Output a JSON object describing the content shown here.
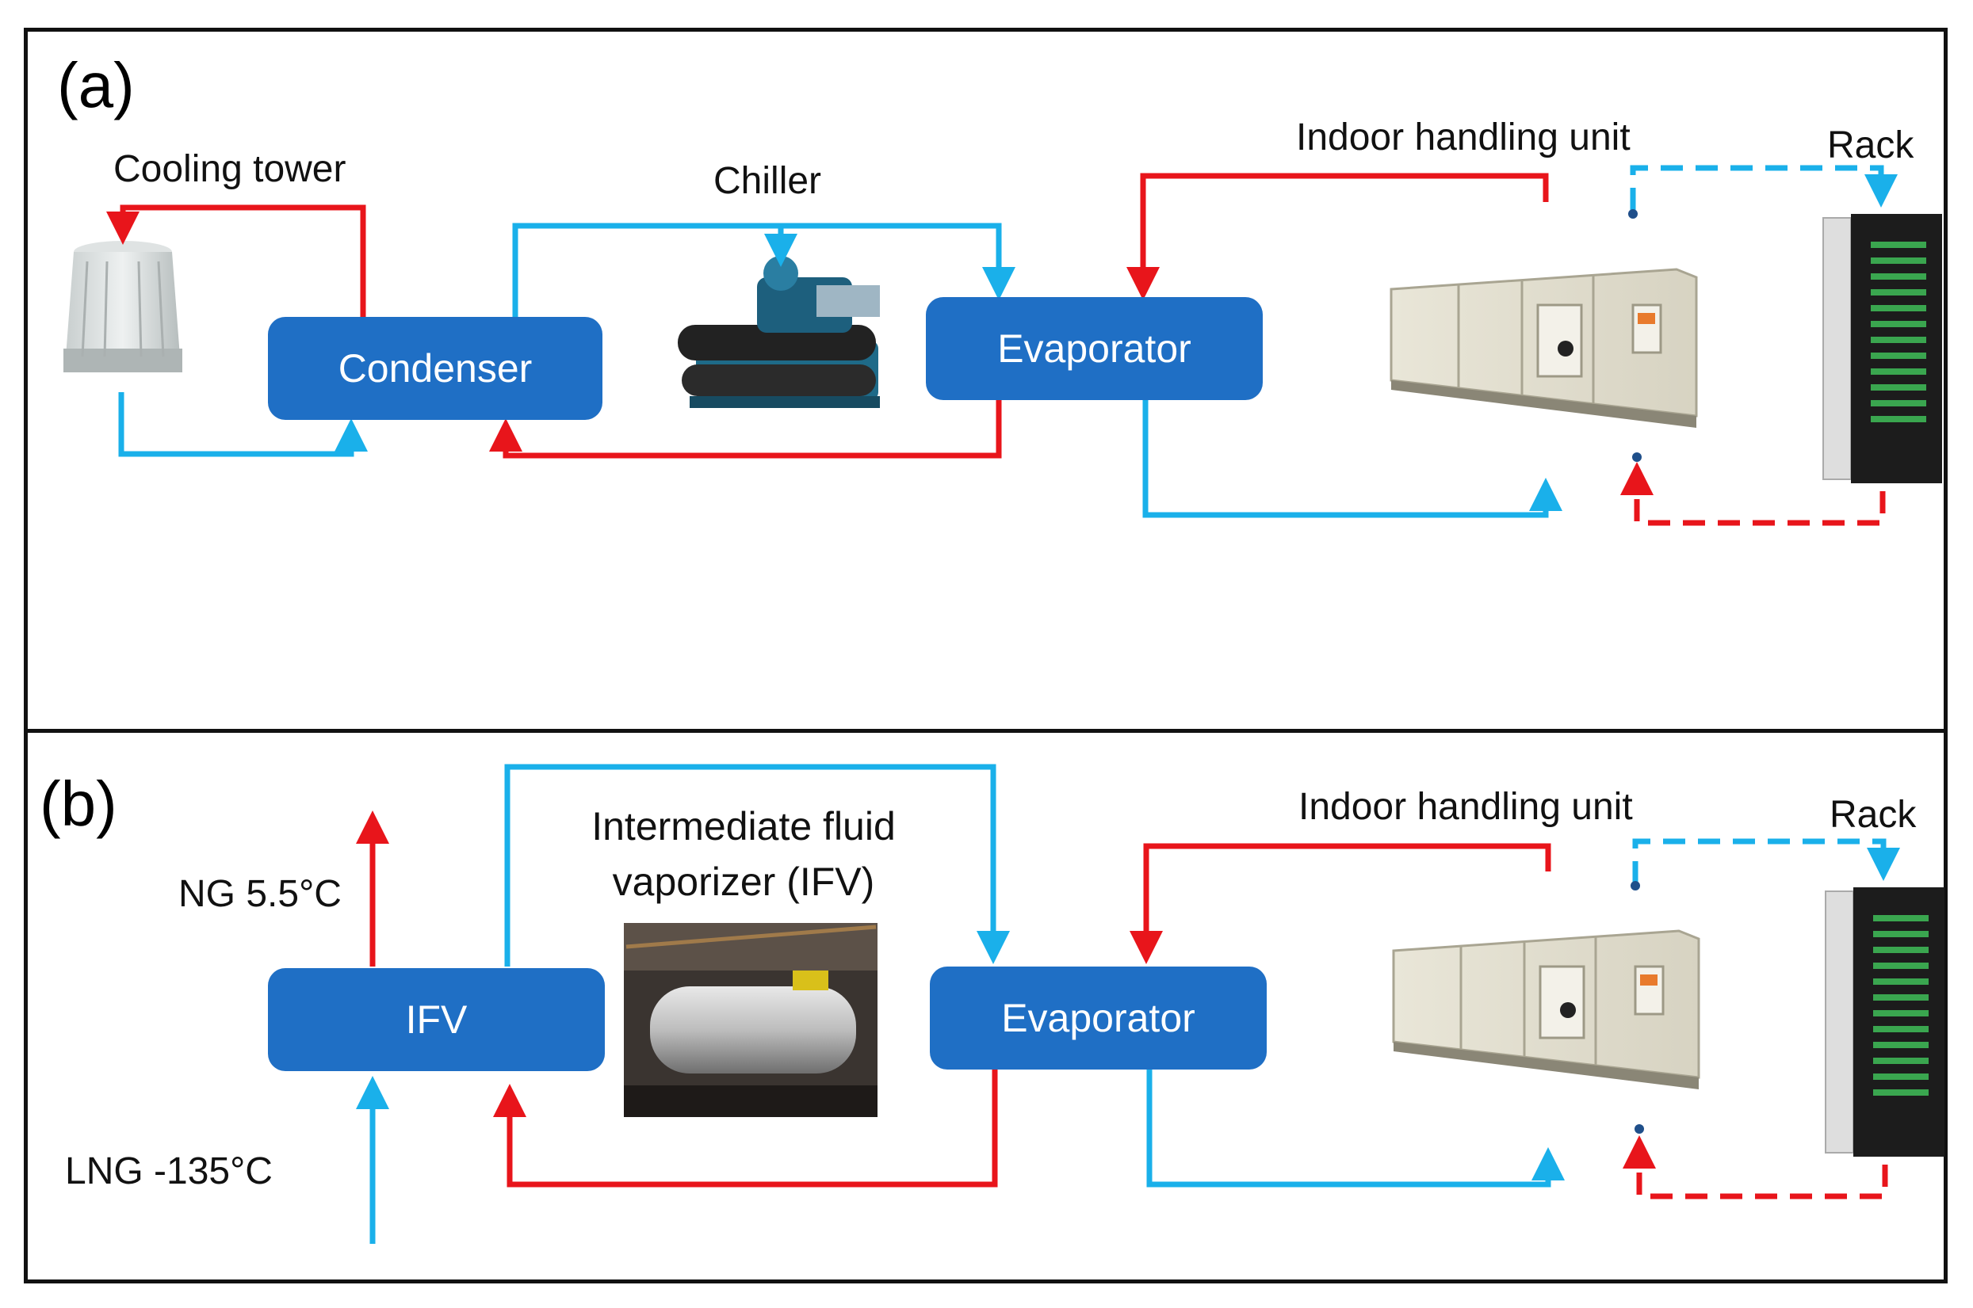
{
  "panel_a": {
    "label": "(a)",
    "cooling_tower": "Cooling tower",
    "chiller": "Chiller",
    "condenser": "Condenser",
    "evaporator": "Evaporator",
    "indoor_unit": "Indoor handling unit",
    "rack": "Rack"
  },
  "panel_b": {
    "label": "(b)",
    "ng": "NG 5.5°C",
    "lng": "LNG -135°C",
    "ifv_title_line1": "Intermediate fluid",
    "ifv_title_line2": "vaporizer (IFV)",
    "ifv": "IFV",
    "evaporator": "Evaporator",
    "indoor_unit": "Indoor handling unit",
    "rack": "Rack"
  },
  "colors": {
    "hot": "#e8151b",
    "cold": "#1ab0ea",
    "box": "#1f6fc5"
  }
}
